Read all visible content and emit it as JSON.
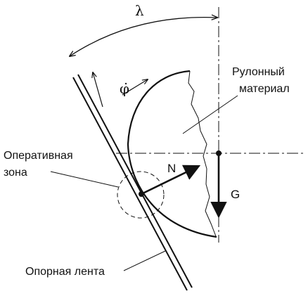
{
  "labels": {
    "angle": "λ",
    "rotation": "φ̇",
    "material_line1": "Рулонный",
    "material_line2": "материал",
    "zone_line1": "Оперативная",
    "zone_line2": "зона",
    "force_normal": "N",
    "force_gravity": "G",
    "belt": "Опорная лента"
  },
  "colors": {
    "stroke": "#111111",
    "background": "#ffffff"
  }
}
